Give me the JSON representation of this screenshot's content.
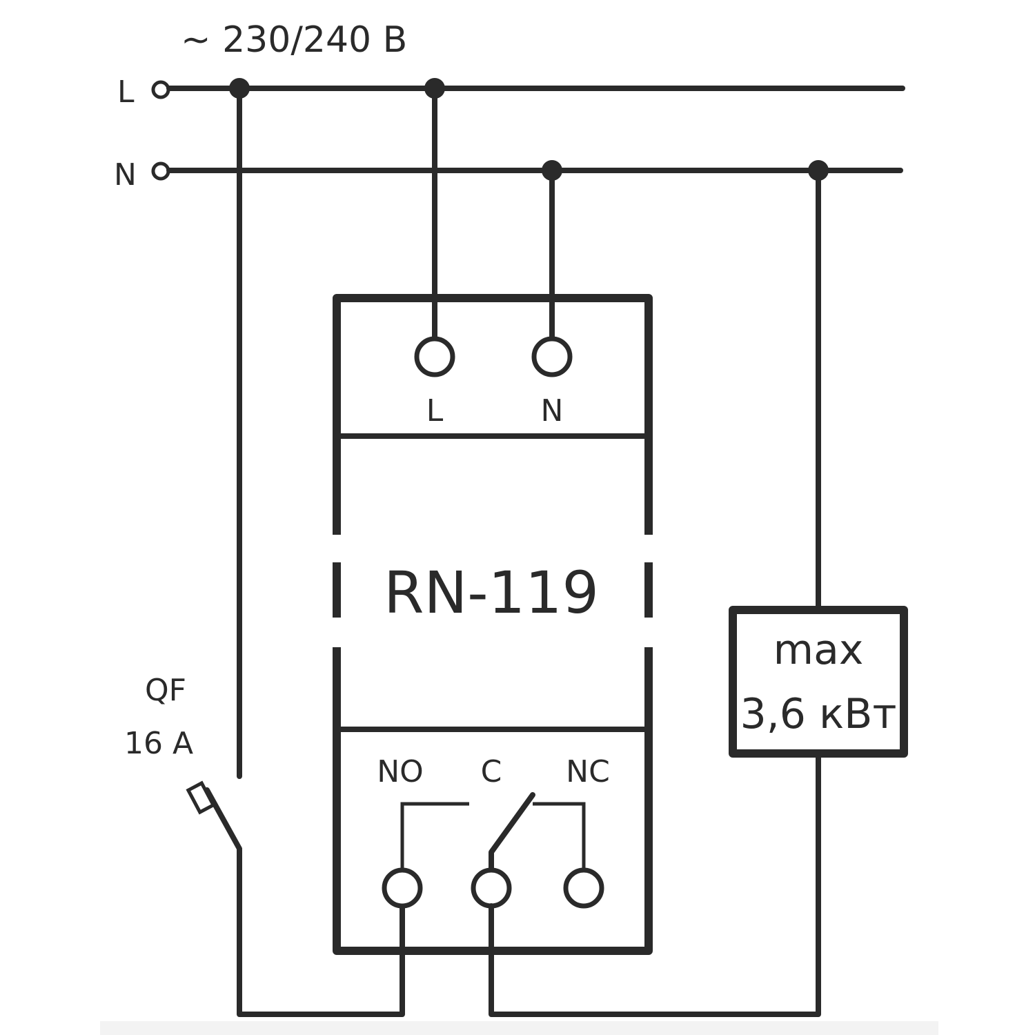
{
  "supply": {
    "voltage": "~ 230/240 В",
    "line_label": "L",
    "neutral_label": "N"
  },
  "breaker": {
    "name": "QF",
    "rating": "16 А"
  },
  "relay": {
    "model": "RN-119",
    "input_terminals": [
      "L",
      "N"
    ],
    "output_terminals": [
      "NO",
      "C",
      "NC"
    ]
  },
  "load": {
    "line1": "max",
    "line2": "3,6 кВт"
  }
}
